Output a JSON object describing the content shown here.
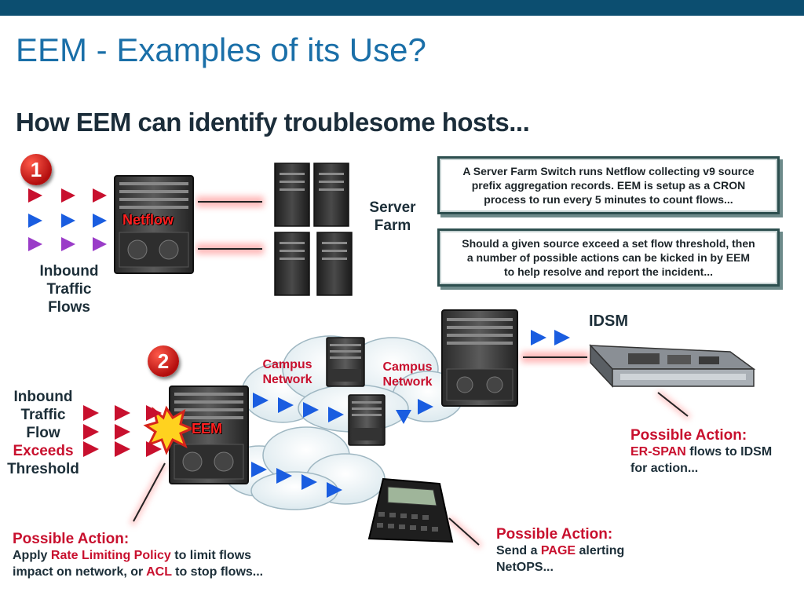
{
  "slide": {
    "title": "EEM  - Examples of its Use?",
    "subtitle": "How EEM can identify troublesome hosts..."
  },
  "step1": {
    "badge": "1",
    "device_label": "Netflow",
    "inbound_label": [
      "Inbound",
      "Traffic",
      "Flows"
    ],
    "server_farm_label": [
      "Server",
      "Farm"
    ]
  },
  "info_boxes": [
    {
      "lines": [
        "A Server Farm Switch runs Netflow collecting v9 source",
        "prefix aggregation records. EEM is setup as a CRON",
        "process to run every 5 minutes to count flows..."
      ]
    },
    {
      "lines": [
        "Should a given source exceed a set flow threshold, then",
        "a number of possible actions can be kicked in by EEM",
        "to help resolve and report the incident..."
      ]
    }
  ],
  "step2": {
    "badge": "2",
    "device_label": "EEM",
    "inbound_label": [
      "Inbound",
      "Traffic",
      "Flow"
    ],
    "exceeds_label": "Exceeds",
    "threshold_label": "Threshold",
    "clouds": [
      {
        "lines": [
          "Campus",
          "Network"
        ]
      },
      {
        "lines": [
          "Campus",
          "Network"
        ]
      }
    ],
    "idsm_label": "IDSM"
  },
  "actions": {
    "idsm": {
      "heading": "Possible Action:",
      "highlight": "ER-SPAN",
      "text1": " flows to IDSM",
      "text2": "for action..."
    },
    "page": {
      "heading": "Possible Action:",
      "prefix": "Send a ",
      "highlight": "PAGE",
      "text1": " alerting",
      "text2": "NetOPS..."
    },
    "rate": {
      "heading": "Possible Action:",
      "prefix": "Apply ",
      "highlight1": "Rate Limiting Policy",
      "text1": " to limit flows",
      "prefix2": "impact on network, or ",
      "highlight2": "ACL",
      "text2": " to stop flows..."
    }
  },
  "colors": {
    "accent_blue": "#1a6fa8",
    "header_bar": "#0c4e70",
    "action_red": "#c8102e",
    "arrow_red": "#c8102e",
    "arrow_blue": "#1a5de0",
    "arrow_purple": "#9a3cc8"
  },
  "icons": [
    "arrow-icon",
    "chassis-switch-icon",
    "server-icon",
    "cloud-icon",
    "pager-icon",
    "idsm-module-icon",
    "explosion-icon"
  ]
}
